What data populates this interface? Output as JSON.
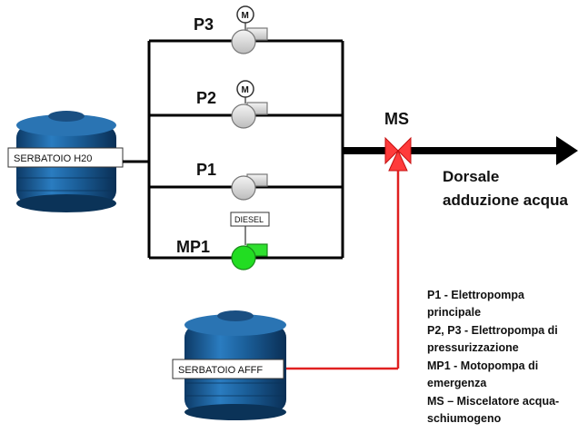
{
  "tanks": {
    "water_label": "SERBATOIO H20",
    "afff_label": "SERBATOIO AFFF"
  },
  "pumps": [
    {
      "label": "P3",
      "motor_mark": "M"
    },
    {
      "label": "P2",
      "motor_mark": "M"
    },
    {
      "label": "P1",
      "motor_mark": ""
    },
    {
      "label": "MP1",
      "engine_tag": "DIESEL"
    }
  ],
  "mixer": {
    "label": "MS"
  },
  "outlet": {
    "line1": "Dorsale",
    "line2": "adduzione acqua"
  },
  "legend": [
    "P1 -  Elettropompa",
    "principale",
    "P2, P3 - Elettropompa di",
    "pressurizzazione",
    "MP1 - Motopompa di",
    "emergenza",
    "MS – Miscelatore acqua-",
    "schiumogeno"
  ],
  "colors": {
    "pipe": "#000000",
    "foam_line": "#e02020",
    "mixer_valve": "#ff3b3b",
    "pump_electric": "#d8d8d8",
    "pump_diesel": "#22dd22",
    "tank_blue": "#1b5f9a"
  },
  "icons": {
    "tank": "water-tank-icon",
    "pump": "centrifugal-pump-icon",
    "motor": "motor-icon",
    "valve": "three-way-valve-icon",
    "arrow": "flow-arrow-icon"
  }
}
